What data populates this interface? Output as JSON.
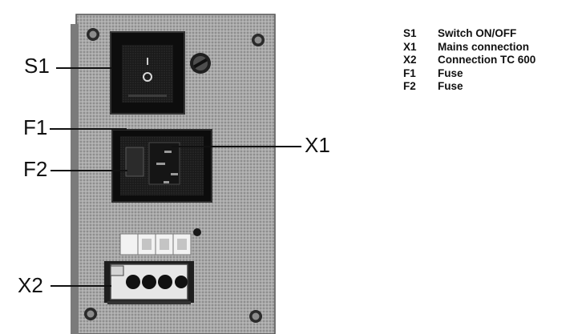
{
  "callouts": {
    "s1": "S1",
    "f1": "F1",
    "f2": "F2",
    "x1": "X1",
    "x2": "X2"
  },
  "legend": [
    {
      "code": "S1",
      "description": "Switch ON/OFF"
    },
    {
      "code": "X1",
      "description": "Mains connection"
    },
    {
      "code": "X2",
      "description": "Connection TC 600"
    },
    {
      "code": "F1",
      "description": "Fuse"
    },
    {
      "code": "F2",
      "description": "Fuse"
    }
  ],
  "switch_marks": {
    "on": "I",
    "off": "O"
  },
  "icons": [
    "screw-icon",
    "rocker-switch-icon",
    "fuse-holder-icon",
    "terminal-connector-icon"
  ]
}
